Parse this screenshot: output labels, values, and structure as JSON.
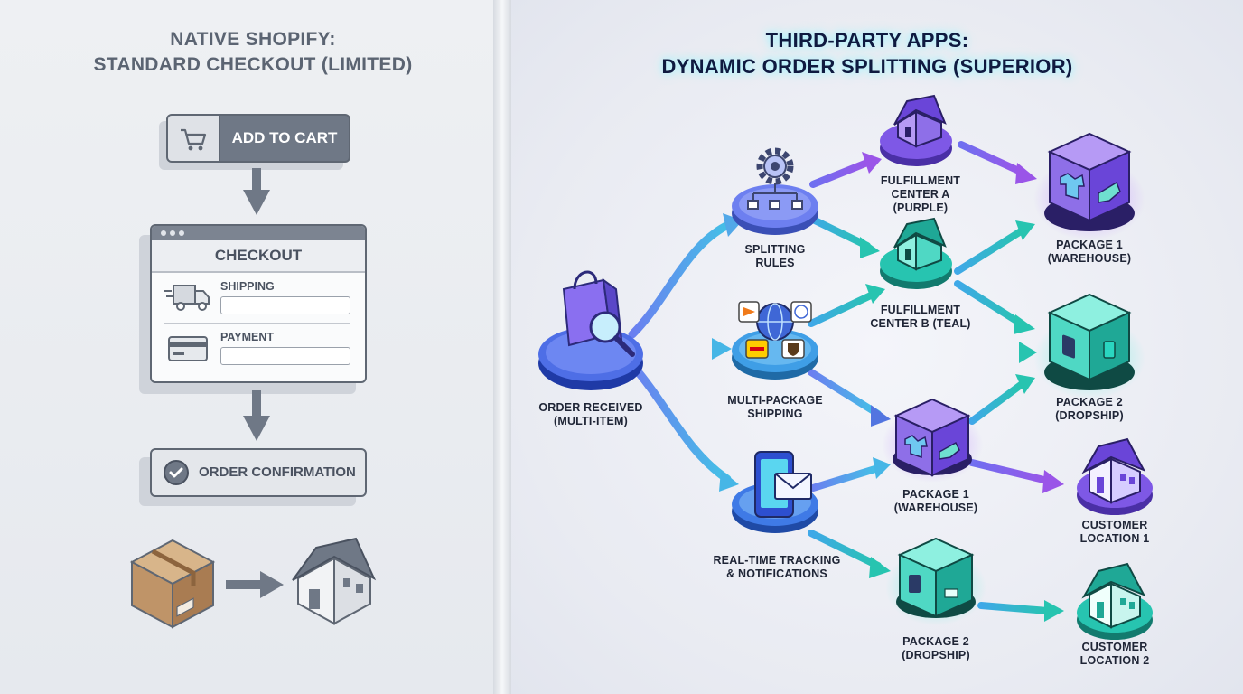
{
  "left": {
    "title_line1": "NATIVE SHOPIFY:",
    "title_line2": "STANDARD CHECKOUT (LIMITED)",
    "add_to_cart": "ADD TO CART",
    "checkout_title": "CHECKOUT",
    "shipping": "SHIPPING",
    "payment": "PAYMENT",
    "order_confirmation": "ORDER CONFIRMATION"
  },
  "right": {
    "title_line1": "THIRD-PARTY APPS:",
    "title_line2": "DYNAMIC ORDER SPLITTING (SUPERIOR)",
    "order_received": [
      "ORDER RECEIVED",
      "(MULTI-ITEM)"
    ],
    "splitting_rules": [
      "SPLITTING",
      "RULES"
    ],
    "multi_package": [
      "MULTI-PACKAGE",
      "SHIPPING"
    ],
    "tracking": [
      "REAL-TIME TRACKING",
      "& NOTIFICATIONS"
    ],
    "fc_a": [
      "FULFILLMENT",
      "CENTER A",
      "(PURPLE)"
    ],
    "fc_b": [
      "FULFILLMENT",
      "CENTER B (TEAL)"
    ],
    "pkg1_top": [
      "PACKAGE 1",
      "(WAREHOUSE)"
    ],
    "pkg2_top": [
      "PACKAGE 2",
      "(DROPSHIP)"
    ],
    "pkg1_mid": [
      "PACKAGE 1",
      "(WAREHOUSE)"
    ],
    "pkg2_bot": [
      "PACKAGE 2",
      "(DROPSHIP)"
    ],
    "cust1": [
      "CUSTOMER",
      "LOCATION 1"
    ],
    "cust2": [
      "CUSTOMER",
      "LOCATION 2"
    ]
  },
  "colors": {
    "purple": "#7b52e0",
    "teal": "#1fb8a6",
    "blue": "#3d63d6",
    "gray": "#6f7886"
  }
}
